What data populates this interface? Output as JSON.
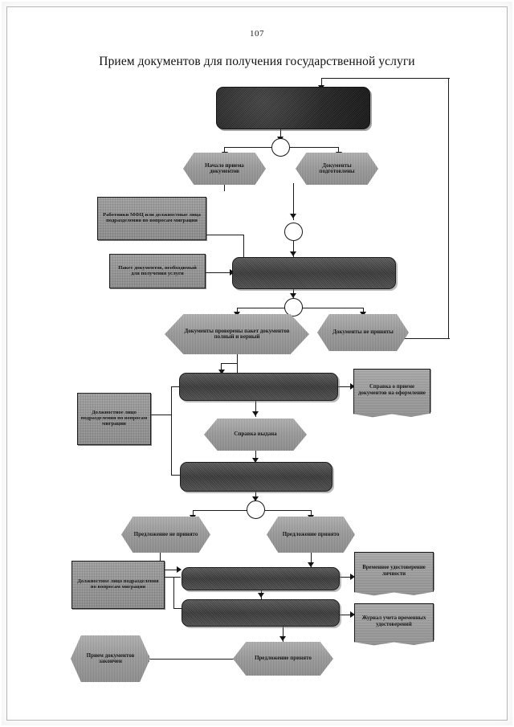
{
  "document": {
    "page_number": "107",
    "title": "Прием документов для получения государственной услуги",
    "language": "ru"
  },
  "chart_data": {
    "type": "diagram",
    "diagram_kind": "flowchart",
    "title": "Прием документов для получения государственной услуги",
    "orientation": "top-to-bottom",
    "legibility_note": "Скан низкого качества: текст внутри тёмных блоков процессов неразборчив",
    "nodes": [
      {
        "id": "p1",
        "shape": "process",
        "label": "",
        "legible": false,
        "fill": "#1f1f1f"
      },
      {
        "id": "h1",
        "shape": "hexagon",
        "label": "Начало приема документов",
        "legible": true,
        "fill": "#9b9b9b"
      },
      {
        "id": "h2",
        "shape": "hexagon",
        "label": "Документы подготовлены",
        "legible": true,
        "fill": "#9b9b9b"
      },
      {
        "id": "a1",
        "shape": "actor",
        "label": "Работники МФЦ или должностные лица подразделения по вопросам миграции",
        "legible": true,
        "fill": "#909090"
      },
      {
        "id": "a2",
        "shape": "actor",
        "label": "Пакет документов, необходимый для получения услуги",
        "legible": true,
        "fill": "#909090"
      },
      {
        "id": "p2",
        "shape": "process",
        "label": "",
        "legible": false,
        "fill": "#2b2b2b"
      },
      {
        "id": "h3",
        "shape": "hexagon",
        "label": "Документы проверены пакет документов полный и верный",
        "legible": true,
        "fill": "#9b9b9b"
      },
      {
        "id": "h4",
        "shape": "hexagon",
        "label": "Документы не приняты",
        "legible": true,
        "fill": "#9b9b9b"
      },
      {
        "id": "p3",
        "shape": "process",
        "label": "",
        "legible": false,
        "fill": "#3a3a3a"
      },
      {
        "id": "d1",
        "shape": "document",
        "label": "Справка о приеме документов на оформление",
        "legible": true,
        "fill": "#9c9c9c"
      },
      {
        "id": "a3",
        "shape": "actor",
        "label": "Должностное лицо подразделения по вопросам миграции",
        "legible": true,
        "fill": "#909090"
      },
      {
        "id": "h5",
        "shape": "hexagon",
        "label": "Справка выдана",
        "legible": true,
        "fill": "#9b9b9b"
      },
      {
        "id": "p4",
        "shape": "process",
        "label": "",
        "legible": false,
        "fill": "#3a3a3a"
      },
      {
        "id": "h6",
        "shape": "hexagon",
        "label": "Предложение не принято",
        "legible": true,
        "fill": "#9b9b9b"
      },
      {
        "id": "h7",
        "shape": "hexagon",
        "label": "Предложение принято",
        "legible": true,
        "fill": "#9b9b9b"
      },
      {
        "id": "a4",
        "shape": "actor",
        "label": "Должностное лицо подразделения по вопросам миграции",
        "legible": true,
        "fill": "#909090"
      },
      {
        "id": "p5",
        "shape": "process",
        "label": "",
        "legible": false,
        "fill": "#3a3a3a"
      },
      {
        "id": "p6",
        "shape": "process",
        "label": "",
        "legible": false,
        "fill": "#3a3a3a"
      },
      {
        "id": "d2",
        "shape": "document",
        "label": "Временное удостоверение личности",
        "legible": true,
        "fill": "#9c9c9c"
      },
      {
        "id": "d3",
        "shape": "document",
        "label": "Журнал учета временных удостоверений",
        "legible": true,
        "fill": "#9c9c9c"
      },
      {
        "id": "h8",
        "shape": "hexagon",
        "label": "Предложение принято",
        "legible": true,
        "fill": "#8f8f8f"
      },
      {
        "id": "h9",
        "shape": "hexagon",
        "label": "Прием документов закончен",
        "legible": true,
        "fill": "#9b9b9b"
      },
      {
        "id": "j1",
        "shape": "junction",
        "label": ""
      },
      {
        "id": "j2",
        "shape": "junction",
        "label": ""
      },
      {
        "id": "j3",
        "shape": "junction",
        "label": ""
      },
      {
        "id": "j4",
        "shape": "junction",
        "label": ""
      }
    ],
    "edges": [
      {
        "from": "p1",
        "to": "j1"
      },
      {
        "from": "j1",
        "to": "h1"
      },
      {
        "from": "j1",
        "to": "h2"
      },
      {
        "from": "h2",
        "to": "j2"
      },
      {
        "from": "j2",
        "to": "p2"
      },
      {
        "from": "a1",
        "to": "p2"
      },
      {
        "from": "a2",
        "to": "p2"
      },
      {
        "from": "p2",
        "to": "j3"
      },
      {
        "from": "j3",
        "to": "h3"
      },
      {
        "from": "j3",
        "to": "h4"
      },
      {
        "from": "h4",
        "to": "p1",
        "style": "return-loop-right"
      },
      {
        "from": "h3",
        "to": "p3"
      },
      {
        "from": "p3",
        "to": "d1"
      },
      {
        "from": "p3",
        "to": "h5"
      },
      {
        "from": "a3",
        "to": "p3"
      },
      {
        "from": "h5",
        "to": "p4"
      },
      {
        "from": "p4",
        "to": "j4"
      },
      {
        "from": "j4",
        "to": "h6"
      },
      {
        "from": "j4",
        "to": "h7"
      },
      {
        "from": "h7",
        "to": "p5"
      },
      {
        "from": "a4",
        "to": "p5"
      },
      {
        "from": "p5",
        "to": "d2"
      },
      {
        "from": "p5",
        "to": "p6"
      },
      {
        "from": "p6",
        "to": "d3"
      },
      {
        "from": "p6",
        "to": "h8"
      },
      {
        "from": "h8",
        "to": "h9"
      },
      {
        "from": "h6",
        "to": "p5"
      }
    ]
  }
}
